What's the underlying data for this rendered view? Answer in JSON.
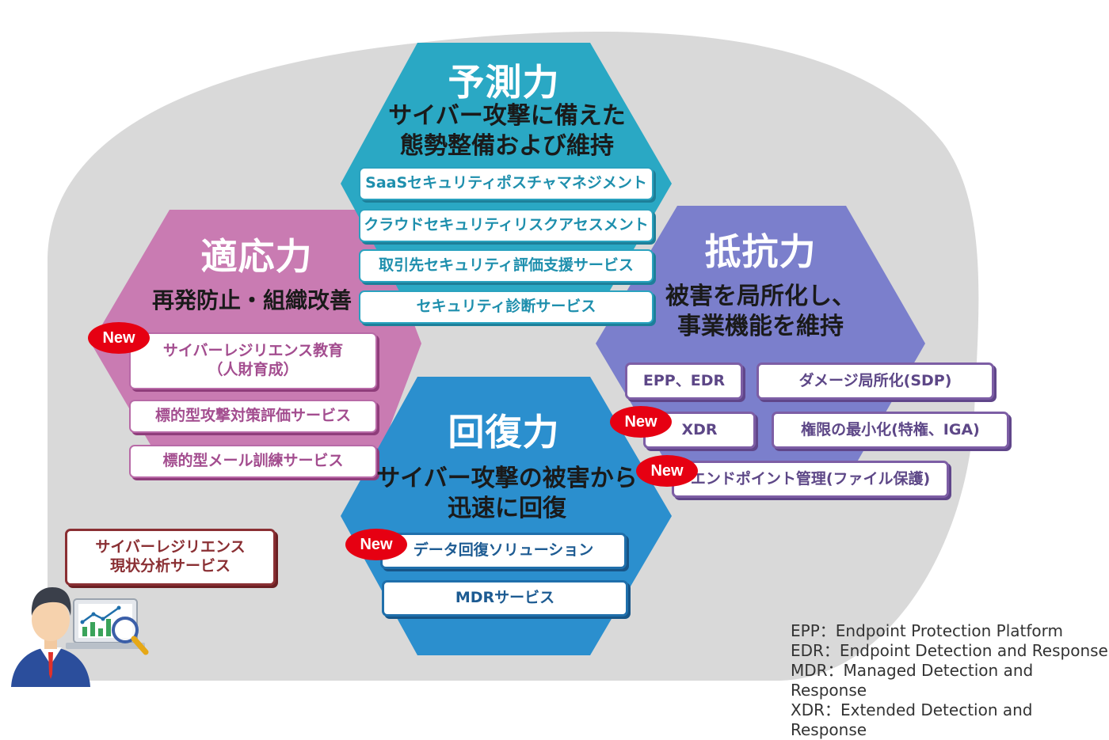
{
  "colors": {
    "background_blob": "#d9d9d9",
    "predict": "#2aa8c4",
    "adapt": "#c97bb2",
    "resist": "#7b7fcc",
    "recover": "#2b8fce",
    "new_badge": "#e60012"
  },
  "hexagons": {
    "predict": {
      "title": "予測力",
      "subtitle_lines": [
        "サイバー攻撃に備えた",
        "態勢整備および維持"
      ],
      "services": [
        "SaaSセキュリティポスチャマネジメント",
        "クラウドセキュリティリスクアセスメント",
        "取引先セキュリティ評価支援サービス",
        "セキュリティ診断サービス"
      ]
    },
    "adapt": {
      "title": "適応力",
      "subtitle": "再発防止・組織改善",
      "services": [
        {
          "lines": [
            "サイバーレジリエンス教育",
            "（人財育成）"
          ],
          "new": true
        },
        {
          "lines": [
            "標的型攻撃対策評価サービス"
          ],
          "new": false
        },
        {
          "lines": [
            "標的型メール訓練サービス"
          ],
          "new": false
        }
      ]
    },
    "resist": {
      "title": "抵抗力",
      "subtitle_lines": [
        "被害を局所化し、",
        "事業機能を維持"
      ],
      "services": [
        {
          "label": "EPP、EDR",
          "new": false
        },
        {
          "label": "ダメージ局所化(SDP)",
          "new": false
        },
        {
          "label": "XDR",
          "new": true
        },
        {
          "label": "権限の最小化(特権、IGA)",
          "new": false
        },
        {
          "label": "エンドポイント管理(ファイル保護)",
          "new": true
        }
      ]
    },
    "recover": {
      "title": "回復力",
      "subtitle_lines": [
        "サイバー攻撃の被害から",
        "迅速に回復"
      ],
      "services": [
        {
          "label": "データ回復ソリューション",
          "new": true
        },
        {
          "label": "MDRサービス",
          "new": false
        }
      ]
    }
  },
  "analysis_box": {
    "lines": [
      "サイバーレジリエンス",
      "現状分析サービス"
    ]
  },
  "new_badge_label": "New",
  "legend": [
    "EPP：Endpoint Protection Platform",
    "EDR：Endpoint Detection and Response",
    "MDR：Managed Detection and Response",
    "XDR：Extended Detection and Response"
  ],
  "icons": [
    "person-icon",
    "monitor-chart-icon",
    "magnifier-icon"
  ]
}
